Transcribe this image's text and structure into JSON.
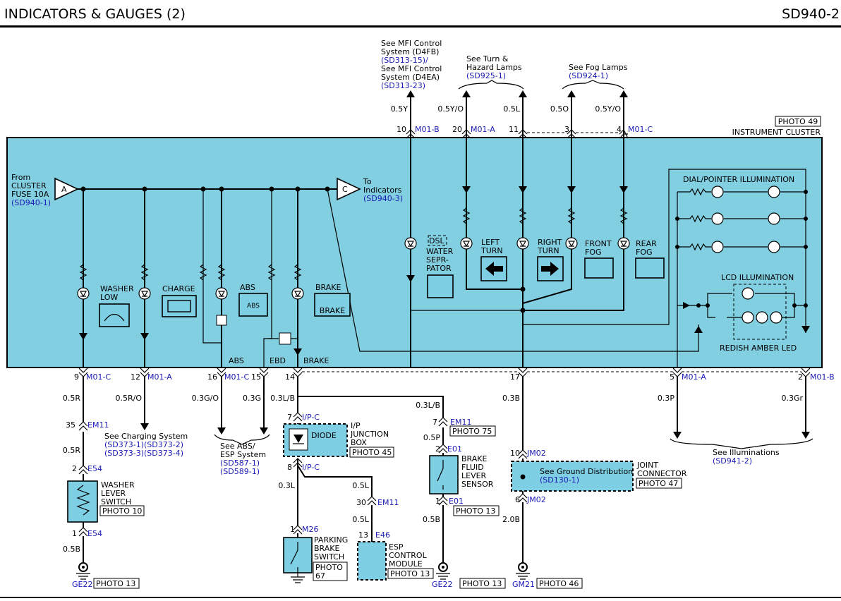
{
  "header": {
    "title": "INDICATORS & GAUGES (2)",
    "code": "SD940-2"
  },
  "cluster": {
    "photo": "PHOTO 49",
    "name": "INSTRUMENT CLUSTER"
  },
  "feed": {
    "from": "From",
    "fuse1": "CLUSTER",
    "fuse2": "FUSE 10A",
    "fuse_ref": "(SD940-1)",
    "conn_a": "A",
    "conn_c": "C",
    "to": "To",
    "to2": "Indicators",
    "to_ref": "(SD940-3)"
  },
  "top_refs": {
    "mfi_1": "See MFI Control",
    "mfi_2": "System (D4FB)",
    "mfi_ref1": "(SD313-15)/",
    "mfi_3": "See MFI Control",
    "mfi_4": "System (D4EA)",
    "mfi_ref2": "(SD313-23)",
    "turn_1": "See Turn &",
    "turn_2": "Hazard Lamps",
    "turn_ref": "(SD925-1)",
    "fog_1": "See Fog Lamps",
    "fog_ref": "(SD924-1)"
  },
  "top_wires": {
    "w1": "0.5Y",
    "w2": "0.5Y/O",
    "w3": "0.5L",
    "w4": "0.5O",
    "w5": "0.5Y/O"
  },
  "top_pins": {
    "p10": "10",
    "m01b": "M01-B",
    "p20": "20",
    "m01a": "M01-A",
    "p11": "11",
    "p3": "3",
    "p4": "4",
    "m01c": "M01-C"
  },
  "indicators": {
    "dsl": "DSL",
    "water1": "WATER",
    "water2": "SEPR-",
    "water3": "PATOR",
    "left1": "LEFT",
    "left2": "TURN",
    "right1": "RIGHT",
    "right2": "TURN",
    "ffog1": "FRONT",
    "ffog2": "FOG",
    "rfog1": "REAR",
    "rfog2": "FOG",
    "washer1": "WASHER",
    "washer2": "LOW",
    "charge": "CHARGE",
    "abs": "ABS",
    "abs_icon": "ABS",
    "brake": "BRAKE",
    "brake_icon": "BRAKE",
    "abs_net": "ABS",
    "ebd_net": "EBD",
    "brake_net": "BRAKE"
  },
  "illum": {
    "dial": "DIAL/POINTER ILLUMINATION",
    "lcd": "LCD ILLUMINATION",
    "red": "REDISH AMBER LED"
  },
  "bottom_pins": {
    "p9": "9",
    "m01c": "M01-C",
    "p12": "12",
    "m01a": "M01-A",
    "p16": "16",
    "m01c2": "M01-C",
    "p15": "15",
    "p14": "14",
    "p17": "17",
    "p5": "5",
    "m01a2": "M01-A",
    "p2": "2",
    "m01b": "M01-B"
  },
  "bottom_wires": {
    "w05r": "0.5R",
    "w05ro": "0.5R/O",
    "w03go": "0.3G/O",
    "w03g": "0.3G",
    "w03lb": "0.3L/B",
    "w03b": "0.3B",
    "w03p": "0.3P",
    "w03gr": "0.3Gr"
  },
  "washer_chain": {
    "p35": "35",
    "em11": "EM11",
    "w05r2": "0.5R",
    "p2": "2",
    "e54": "E54",
    "sw1": "WASHER",
    "sw2": "LEVER",
    "sw3": "SWITCH",
    "photo": "PHOTO 10",
    "p1": "1",
    "e54b": "E54",
    "w05b": "0.5B",
    "ground": "GE22",
    "gphoto": "PHOTO 13"
  },
  "charging_ref": {
    "l1": "See Charging System",
    "l2": "(SD373-1)(SD373-2)",
    "l3": "(SD373-3)(SD373-4)"
  },
  "abs_ref": {
    "l1": "See ABS/",
    "l2": "ESP System",
    "l3": "(SD587-1)",
    "l4": "(SD589-1)"
  },
  "junction": {
    "p7": "7",
    "ipc": "I/P-C",
    "diode": "DIODE",
    "name1": "I/P",
    "name2": "JUNCTION",
    "name3": "BOX",
    "photo": "PHOTO 45",
    "p8": "8",
    "ipc2": "I/P-C",
    "w03l": "0.3L",
    "w03lb2": "0.3L/B",
    "w05l": "0.5L",
    "p30": "30",
    "em11": "EM11",
    "w05l2": "0.5L"
  },
  "parking": {
    "p1": "1",
    "m26": "M26",
    "n1": "PARKING",
    "n2": "BRAKE",
    "n3": "SWITCH",
    "photo1": "PHOTO",
    "photo2": "67"
  },
  "esp": {
    "p13": "13",
    "e46": "E46",
    "n1": "ESP",
    "n2": "CONTROL",
    "n3": "MODULE",
    "photo": "PHOTO 13"
  },
  "fluid": {
    "p7": "7",
    "em11": "EM11",
    "photo75": "PHOTO 75",
    "w05p": "0.5P",
    "p2": "2",
    "e01": "E01",
    "n1": "BRAKE",
    "n2": "FLUID",
    "n3": "LEVER",
    "n4": "SENSOR",
    "p1": "1",
    "e01b": "E01",
    "photo13": "PHOTO 13",
    "w05b": "0.5B",
    "ground": "GE22",
    "gphoto": "PHOTO 13"
  },
  "jc": {
    "p10": "10",
    "jm02": "JM02",
    "ref1": "See Ground Distribution",
    "ref2": "(SD130-1)",
    "n1": "JOINT",
    "n2": "CONNECTOR",
    "photo": "PHOTO 47",
    "p6": "6",
    "jm02b": "JM02",
    "w20b": "2.0B",
    "ground": "GM21",
    "gphoto": "PHOTO 46"
  },
  "illum_ref": {
    "l1": "See Illuminations",
    "l2": "(SD941-2)"
  },
  "colors": {
    "cluster_fill": "#82cfe2",
    "link": "#1a1ab4"
  }
}
